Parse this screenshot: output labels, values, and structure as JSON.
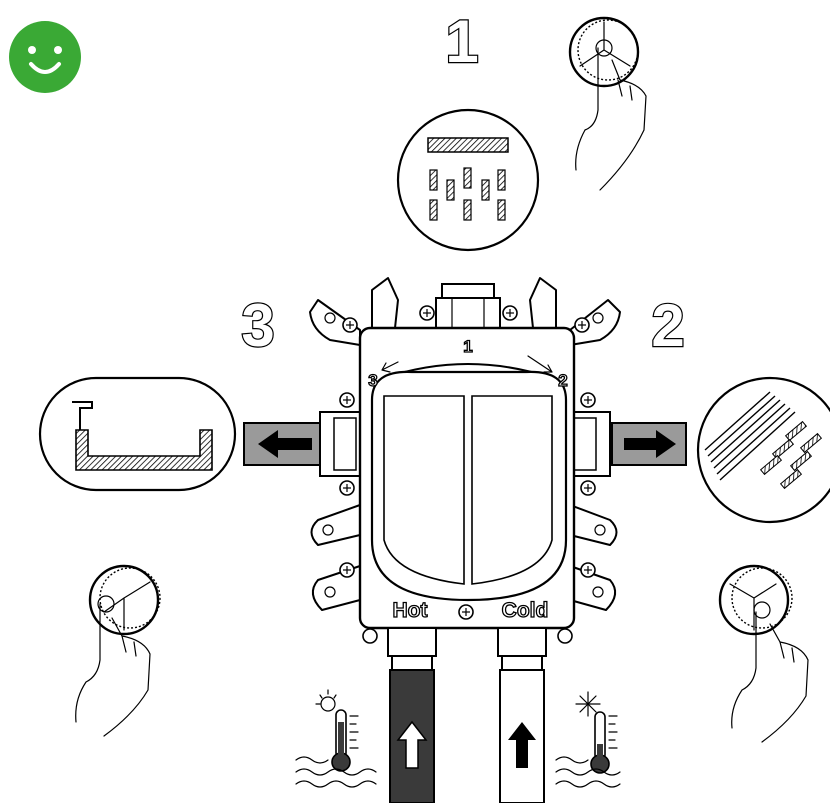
{
  "outlets": {
    "top_number": "1",
    "right_number": "2",
    "left_number": "3"
  },
  "valve": {
    "dial_top": "1",
    "dial_right": "2",
    "dial_left": "3",
    "hot_label": "Hot",
    "cold_label": "Cold"
  },
  "colors": {
    "smiley": "#3aa935",
    "hot_pipe": "#3a3a3a",
    "cold_pipe": "#ffffff",
    "outlet_pipe": "#9a9a9a"
  },
  "icons": {
    "status": "smiley-face-icon",
    "outlet_1": "rain-shower-icon",
    "outlet_2": "body-jets-icon",
    "outlet_3": "bathtub-icon",
    "hot_temp": "thermometer-sun-icon",
    "cold_temp": "thermometer-snowflake-icon"
  }
}
